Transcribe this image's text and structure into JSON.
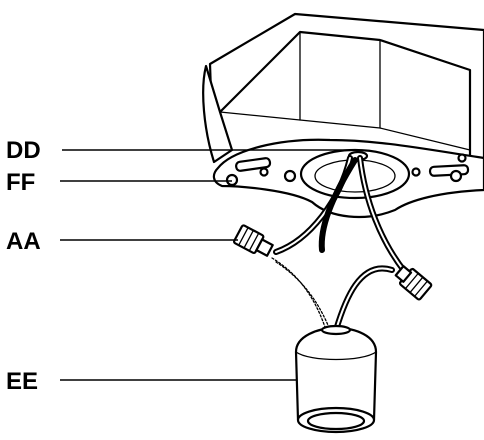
{
  "labels": {
    "dd": "DD",
    "ff": "FF",
    "aa": "AA",
    "ee": "EE"
  },
  "colors": {
    "line": "#000000",
    "fill": "#ffffff"
  }
}
